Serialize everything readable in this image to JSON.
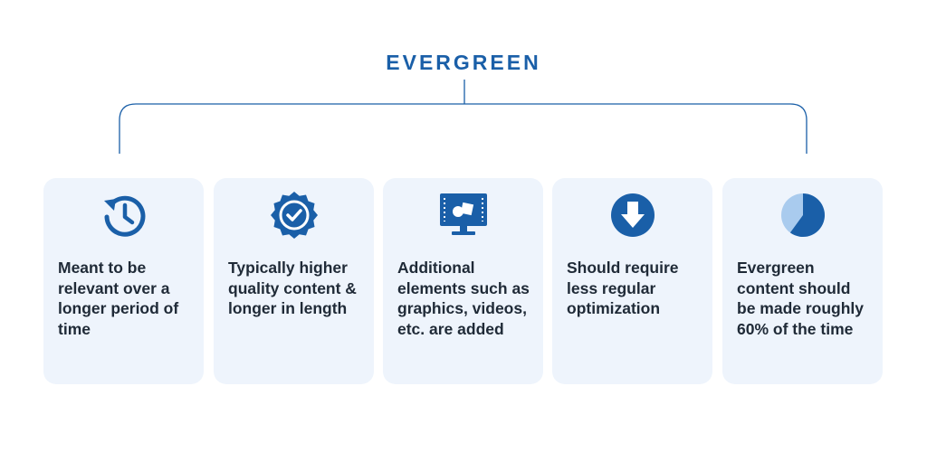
{
  "diagram": {
    "title": "EVERGREEN",
    "accent_color": "#1a5fa8",
    "card_color": "#eef4fc",
    "cards": [
      {
        "icon": "clock-history-icon",
        "text": "Meant to be relevant over a longer period of time"
      },
      {
        "icon": "badge-check-icon",
        "text": "Typically higher quality content & longer in length"
      },
      {
        "icon": "monitor-graphics-icon",
        "text": "Additional elements such as graphics, videos, etc. are added"
      },
      {
        "icon": "arrow-down-circle-icon",
        "text": "Should require less regular optimization"
      },
      {
        "icon": "pie-chart-icon",
        "text": "Evergreen content should be made roughly 60% of the time",
        "pie_share": 0.6
      }
    ]
  }
}
